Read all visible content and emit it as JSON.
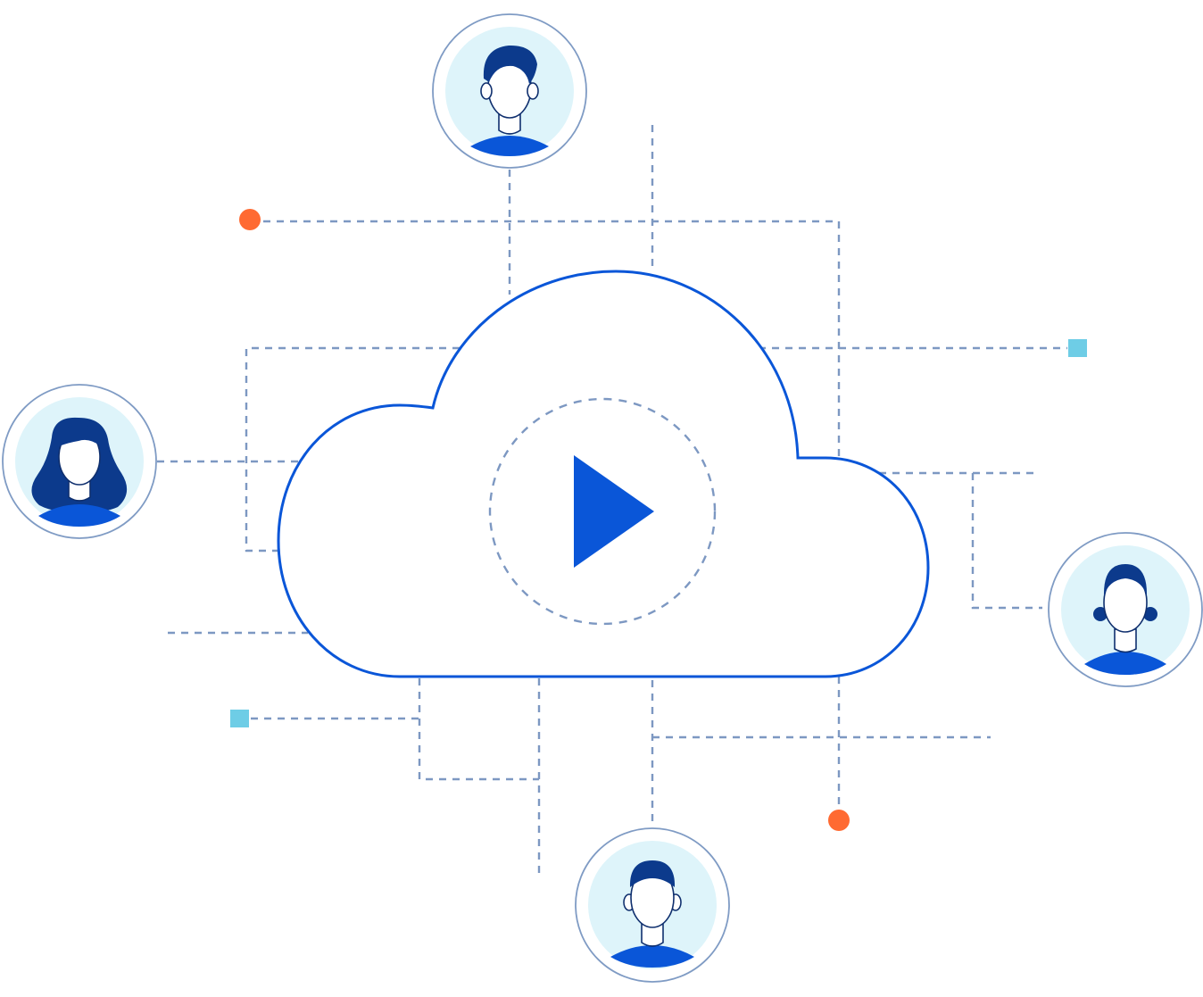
{
  "palette": {
    "connector": "#7d98c2",
    "cloud_stroke": "#0a56d8",
    "play_fill": "#0a56d8",
    "avatar_ring": "#7f9bc4",
    "avatar_bg": "#def4fa",
    "face_fill": "#ffffff",
    "face_stroke": "#0f2f6e",
    "hair": "#0c3a8c",
    "shirt": "#0a56d8",
    "dot_orange": "#ff6a32",
    "square_cyan": "#6ecde6"
  },
  "icons": {
    "center": "play-icon",
    "users": [
      "user-man-top",
      "user-woman-left",
      "user-woman-right",
      "user-man-bottom"
    ]
  }
}
